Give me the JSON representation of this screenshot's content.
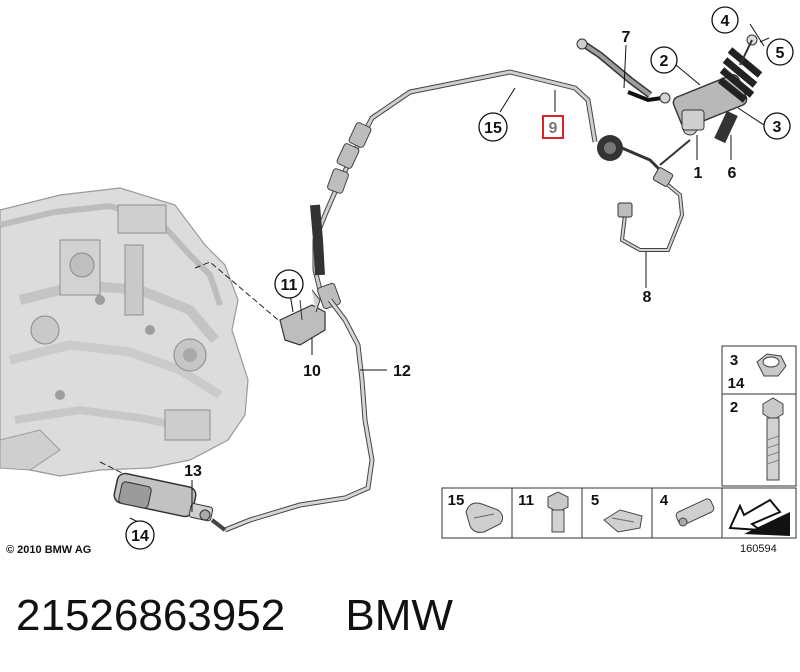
{
  "diagram": {
    "callouts": {
      "c1": "1",
      "c2": "2",
      "c3": "3",
      "c4": "4",
      "c5": "5",
      "c6": "6",
      "c7": "7",
      "c8": "8",
      "c9": "9",
      "c10": "10",
      "c11": "11",
      "c12": "12",
      "c13": "13",
      "c14": "14",
      "c15": "15"
    },
    "highlight_color": "#d8232a",
    "copyright": "© 2010 BMW AG",
    "image_number": "160594"
  },
  "legend": {
    "right_cells": [
      {
        "labels": [
          "3",
          "14"
        ],
        "icon": "hex-nut-icon"
      },
      {
        "labels": [
          "2"
        ],
        "icon": "hex-bolt-icon"
      }
    ],
    "bottom_cells": [
      {
        "label": "15",
        "icon": "hose-clip-icon"
      },
      {
        "label": "11",
        "icon": "bolt-icon"
      },
      {
        "label": "5",
        "icon": "spring-clip-icon"
      },
      {
        "label": "4",
        "icon": "pin-icon"
      },
      {
        "label": "",
        "icon": "direction-arrow-icon"
      }
    ]
  },
  "caption": {
    "part_number": "21526863952",
    "brand": "BMW"
  }
}
